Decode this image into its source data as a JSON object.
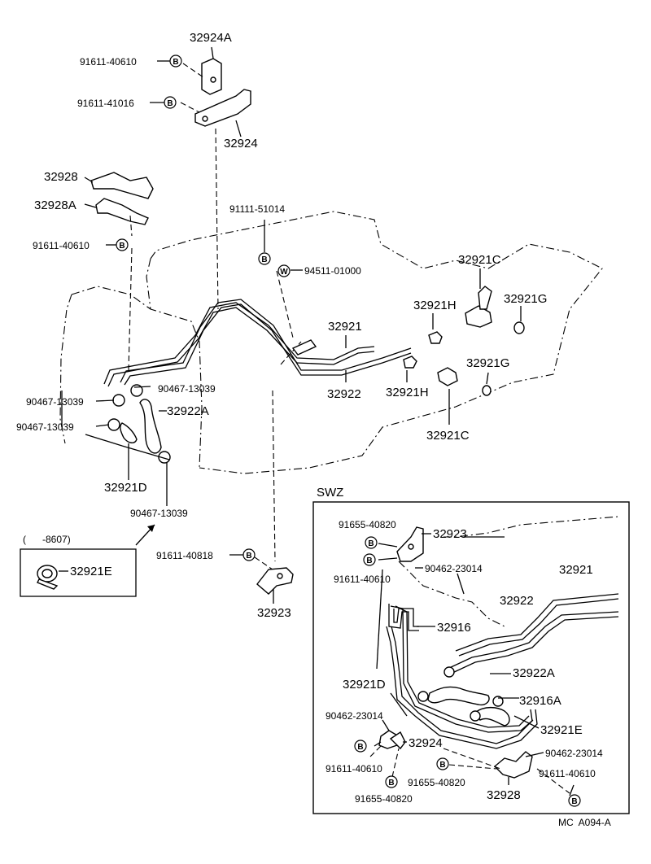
{
  "labels": {
    "p32924A": "32924A",
    "p91611_40610_top": "91611-40610",
    "p91611_41016": "91611-41016",
    "p32924": "32924",
    "p32928": "32928",
    "p32928A": "32928A",
    "p91611_40610_left": "91611-40610",
    "p91111_51014": "91111-51014",
    "p94511_01000": "94511-01000",
    "p32921C_top": "32921C",
    "p32921H_top": "32921H",
    "p32921G_top": "32921G",
    "p32921": "32921",
    "p32922": "32922",
    "p32921H_bot": "32921H",
    "p32921G_bot": "32921G",
    "p32921C_bot": "32921C",
    "p90467_a": "90467-13039",
    "p90467_b": "90467-13039",
    "p90467_c": "90467-13039",
    "p90467_d": "90467-13039",
    "p32922A": "32922A",
    "p32921D": "32921D",
    "p8607": "(      -8607)",
    "p32921E": "32921E",
    "p91611_40818": "91611-40818",
    "p32923": "32923"
  },
  "swz": {
    "title": "SWZ",
    "p91655_40820_a": "91655-40820",
    "p32923": "32923",
    "p90462_a": "90462-23014",
    "p91611_40610_a": "91611-40610",
    "p32921": "32921",
    "p32922": "32922",
    "p32916": "32916",
    "p32921D": "32921D",
    "p32922A": "32922A",
    "p32916A": "32916A",
    "p90462_b": "90462-23014",
    "p32921E": "32921E",
    "p32924": "32924",
    "p90462_c": "90462-23014",
    "p91611_40610_b": "91611-40610",
    "p91655_40820_b": "91655-40820",
    "p91611_40610_c": "91611-40610",
    "p32928": "32928",
    "p91655_40820_c": "91655-40820"
  },
  "symbols": {
    "bolt": "B",
    "washer": "W"
  },
  "footer": {
    "code": "MC  A094-A"
  }
}
